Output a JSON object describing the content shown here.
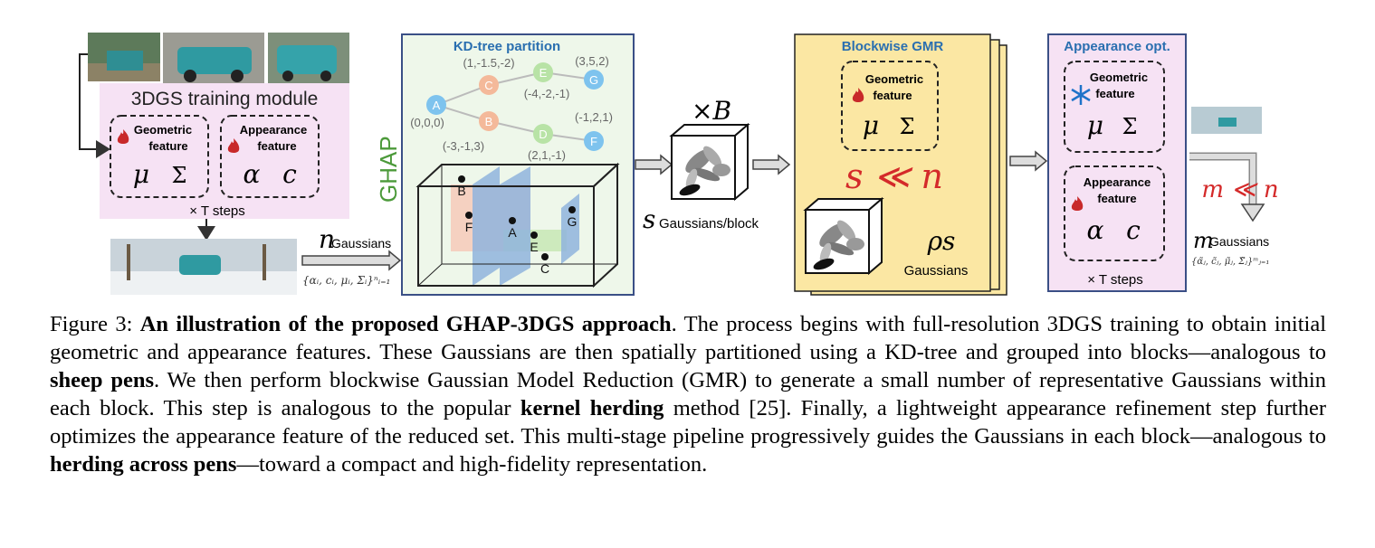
{
  "figure": {
    "training": {
      "title": "3DGS training module",
      "geo_label_1": "Geometric",
      "geo_label_2": "feature",
      "app_label_1": "Appearance",
      "app_label_2": "feature",
      "mu": "μ",
      "sigma": "Σ",
      "alpha": "α",
      "c": "c",
      "steps": "× T steps"
    },
    "n_label": "n",
    "n_gaussians": "Gaussians",
    "n_set": "{αᵢ, cᵢ, μᵢ, Σᵢ}ⁿᵢ₌₁",
    "ghap": "GHAP",
    "kdtree": {
      "title": "KD-tree partition",
      "nodes": [
        {
          "id": "A",
          "coord": "(0,0,0)",
          "color": "#7ec3ee"
        },
        {
          "id": "C",
          "coord": "(1,-1.5,-2)",
          "color": "#f4b99a"
        },
        {
          "id": "B",
          "coord": "(-3,-1,3)",
          "color": "#f4b99a"
        },
        {
          "id": "E",
          "coord": "(-4,-2,-1)",
          "color": "#b8e3a6"
        },
        {
          "id": "D",
          "coord": "(2,1,-1)",
          "color": "#b8e3a6"
        },
        {
          "id": "G",
          "coord": "(3,5,2)",
          "color": "#7ec3ee"
        },
        {
          "id": "F",
          "coord": "(-1,2,1)",
          "color": "#7ec3ee"
        }
      ],
      "points": [
        "B",
        "F",
        "A",
        "E",
        "C",
        "G"
      ]
    },
    "times_b": "×B",
    "s_label": "s",
    "s_gaussians": "Gaussians/block",
    "gmr": {
      "title": "Blockwise GMR",
      "geo_label_1": "Geometric",
      "geo_label_2": "feature",
      "mu": "μ",
      "sigma": "Σ",
      "relation": "s ≪ n",
      "rho_s": "ρs",
      "gaussians": "Gaussians"
    },
    "appopt": {
      "title": "Appearance opt.",
      "geo_label_1": "Geometric",
      "geo_label_2": "feature",
      "mu": "μ",
      "sigma": "Σ",
      "app_label_1": "Appearance",
      "app_label_2": "feature",
      "alpha": "α",
      "c": "c",
      "steps": "× T steps"
    },
    "m_relation": "m ≪ n",
    "m_label": "m",
    "m_gaussians": "Gaussians",
    "m_set": "{α̃ⱼ, c̃ⱼ, μ̃ⱼ, Σ̃ⱼ}ᵐⱼ₌₁",
    "colors": {
      "pink_panel": "#f6e2f4",
      "green_panel": "#eef7ea",
      "yellow_panel": "#fbe7a3",
      "blue_border": "#3a4f86",
      "title_blue": "#2a6fb0",
      "ghap_green": "#4c9a3a",
      "red": "#d42a2a"
    }
  },
  "caption": {
    "label": "Figure 3: ",
    "title": "An illustration of the proposed GHAP-3DGS approach",
    "t1": ". The process begins with full-resolution 3DGS training to obtain initial geometric and appearance features. These Gaussians are then spatially partitioned using a KD-tree and grouped into blocks—analogous to ",
    "b1": "sheep pens",
    "t2": ". We then perform blockwise Gaussian Model Reduction (GMR) to generate a small number of representative Gaussians within each block. This step is analogous to the popular ",
    "b2": "kernel herding",
    "t3": " method  [25].  Finally, a lightweight appearance refinement step further optimizes the appearance feature of the reduced set. This multi-stage pipeline progressively guides the Gaussians in each block—analogous to ",
    "b3": "herding across pens",
    "t4": "—toward a compact and high-fidelity representation."
  }
}
